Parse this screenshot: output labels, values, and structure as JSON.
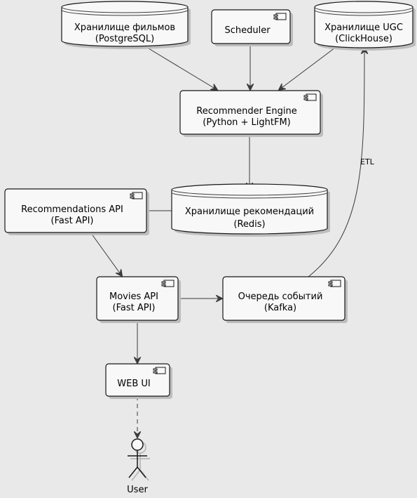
{
  "nodes": {
    "films_db": {
      "line1": "Хранилище фильмов",
      "line2": "(PostgreSQL)"
    },
    "scheduler": {
      "line1": "Scheduler"
    },
    "ugc_db": {
      "line1": "Хранилище UGC",
      "line2": "(ClickHouse)"
    },
    "recommender_engine": {
      "line1": "Recommender Engine",
      "line2": "(Python + LightFM)"
    },
    "recommendations_api": {
      "line1": "Recommendations API",
      "line2": "(Fast API)"
    },
    "recommendations_db": {
      "line1": "Хранилище рекомендаций",
      "line2": "(Redis)"
    },
    "movies_api": {
      "line1": "Movies API",
      "line2": "(Fast API)"
    },
    "event_queue": {
      "line1": "Очередь событий",
      "line2": "(Kafka)"
    },
    "web_ui": {
      "line1": "WEB UI"
    },
    "user": {
      "line1": "User"
    }
  },
  "edges": {
    "etl_label": "ETL"
  }
}
